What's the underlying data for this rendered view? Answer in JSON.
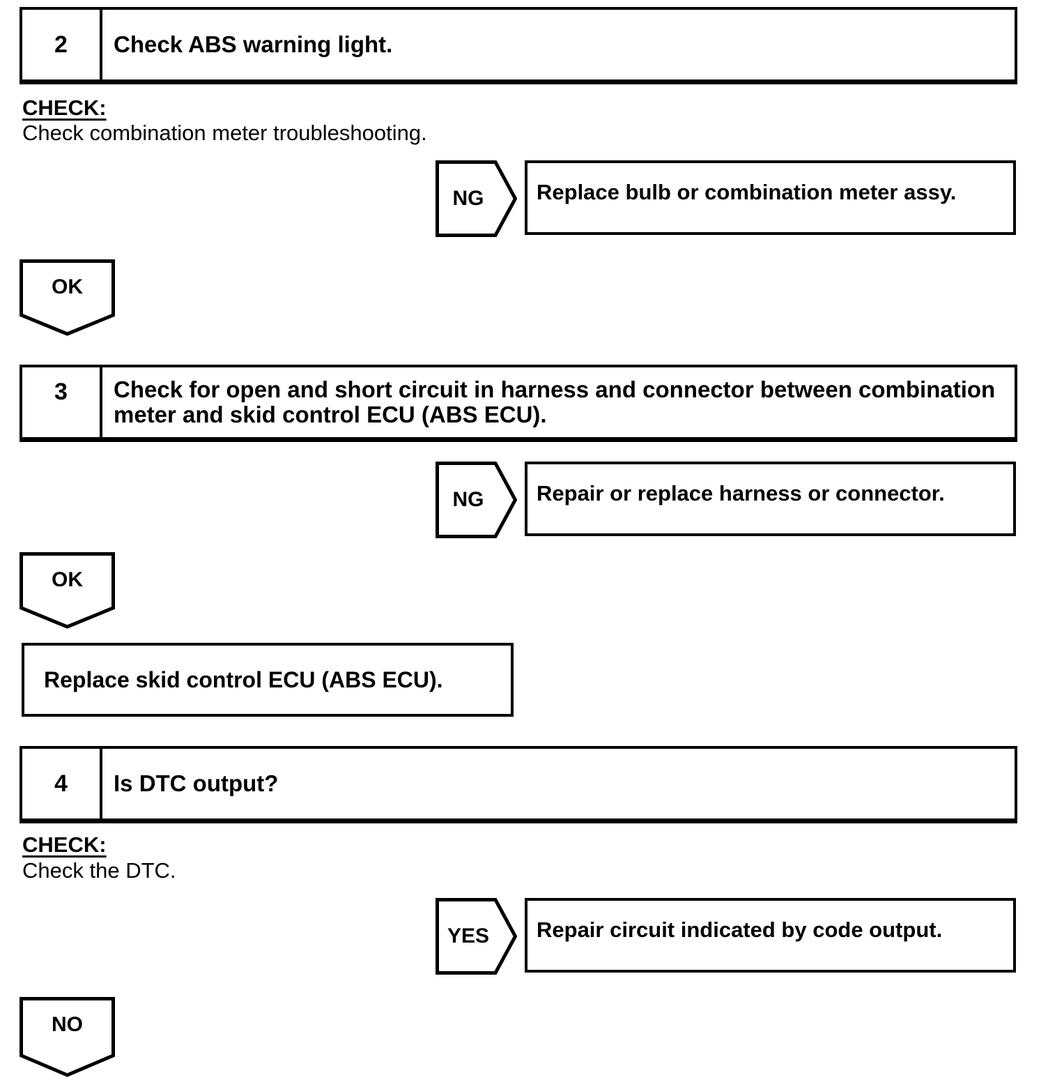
{
  "colors": {
    "ink": "#000000",
    "paper": "#ffffff"
  },
  "flowchart": {
    "steps": [
      {
        "number": "2",
        "title": "Check ABS warning light.",
        "check_label": "CHECK:",
        "check_text": "Check combination meter troubleshooting.",
        "branch_label": "NG",
        "branch_result": "Replace bulb or combination meter assy.",
        "continue_label": "OK"
      },
      {
        "number": "3",
        "title": "Check for open and short circuit in harness and connector between combination meter and skid control ECU (ABS ECU).",
        "branch_label": "NG",
        "branch_result": "Repair or replace harness or connector.",
        "continue_label": "OK",
        "terminal_action": "Replace skid control ECU (ABS ECU)."
      },
      {
        "number": "4",
        "title": "Is DTC output?",
        "check_label": "CHECK:",
        "check_text": "Check the DTC.",
        "branch_label": "YES",
        "branch_result": "Repair circuit indicated by code output.",
        "continue_label": "NO"
      }
    ]
  }
}
